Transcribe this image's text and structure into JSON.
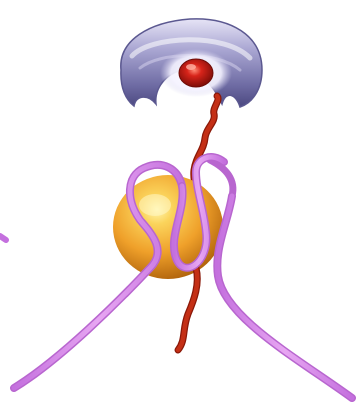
{
  "illustration": {
    "subject": "molecular-illustration",
    "colors": {
      "background": "#ffffff",
      "saddle": "#8a86b8",
      "saddle_shadow": "#5b5890",
      "saddle_highlight": "#e6e4f6",
      "red_knob": "#b81a14",
      "red_strand": "#b4250f",
      "orange_sphere": "#f0a42a",
      "sphere_highlight": "#fff3a8",
      "pink_strand": "#d98be8",
      "pink_strand_dark": "#b866cf"
    },
    "elements": [
      "saddle-shape",
      "red-knob",
      "red-strand",
      "orange-sphere",
      "pink-strand"
    ]
  }
}
